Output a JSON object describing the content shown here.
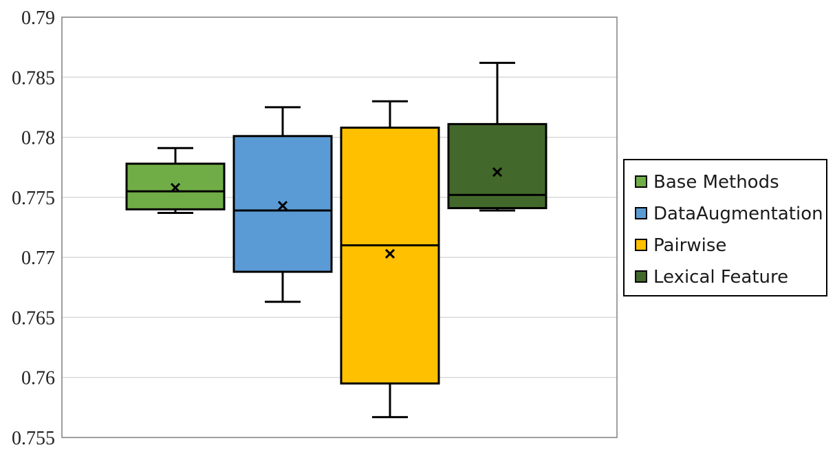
{
  "chart_data": {
    "type": "box",
    "title": "",
    "xlabel": "",
    "ylabel": "",
    "ylim": [
      0.755,
      0.79
    ],
    "yticks": [
      "0.755",
      "0.76",
      "0.765",
      "0.77",
      "0.775",
      "0.78",
      "0.785",
      "0.79"
    ],
    "grid": true,
    "legend_position": "right",
    "series": [
      {
        "name": "Base Methods",
        "color": "#70AD47",
        "min": 0.7737,
        "q1": 0.774,
        "median": 0.7755,
        "q3": 0.7778,
        "max": 0.7791,
        "mean": 0.7758
      },
      {
        "name": "DataAugmentation",
        "color": "#5B9BD5",
        "min": 0.7663,
        "q1": 0.7688,
        "median": 0.7739,
        "q3": 0.7801,
        "max": 0.7825,
        "mean": 0.7743
      },
      {
        "name": "Pairwise",
        "color": "#FFC000",
        "min": 0.7567,
        "q1": 0.7595,
        "median": 0.771,
        "q3": 0.7808,
        "max": 0.783,
        "mean": 0.7703
      },
      {
        "name": "Lexical Feature",
        "color": "#43682B",
        "min": 0.7739,
        "q1": 0.7741,
        "median": 0.7752,
        "q3": 0.7811,
        "max": 0.7862,
        "mean": 0.7771
      }
    ]
  }
}
